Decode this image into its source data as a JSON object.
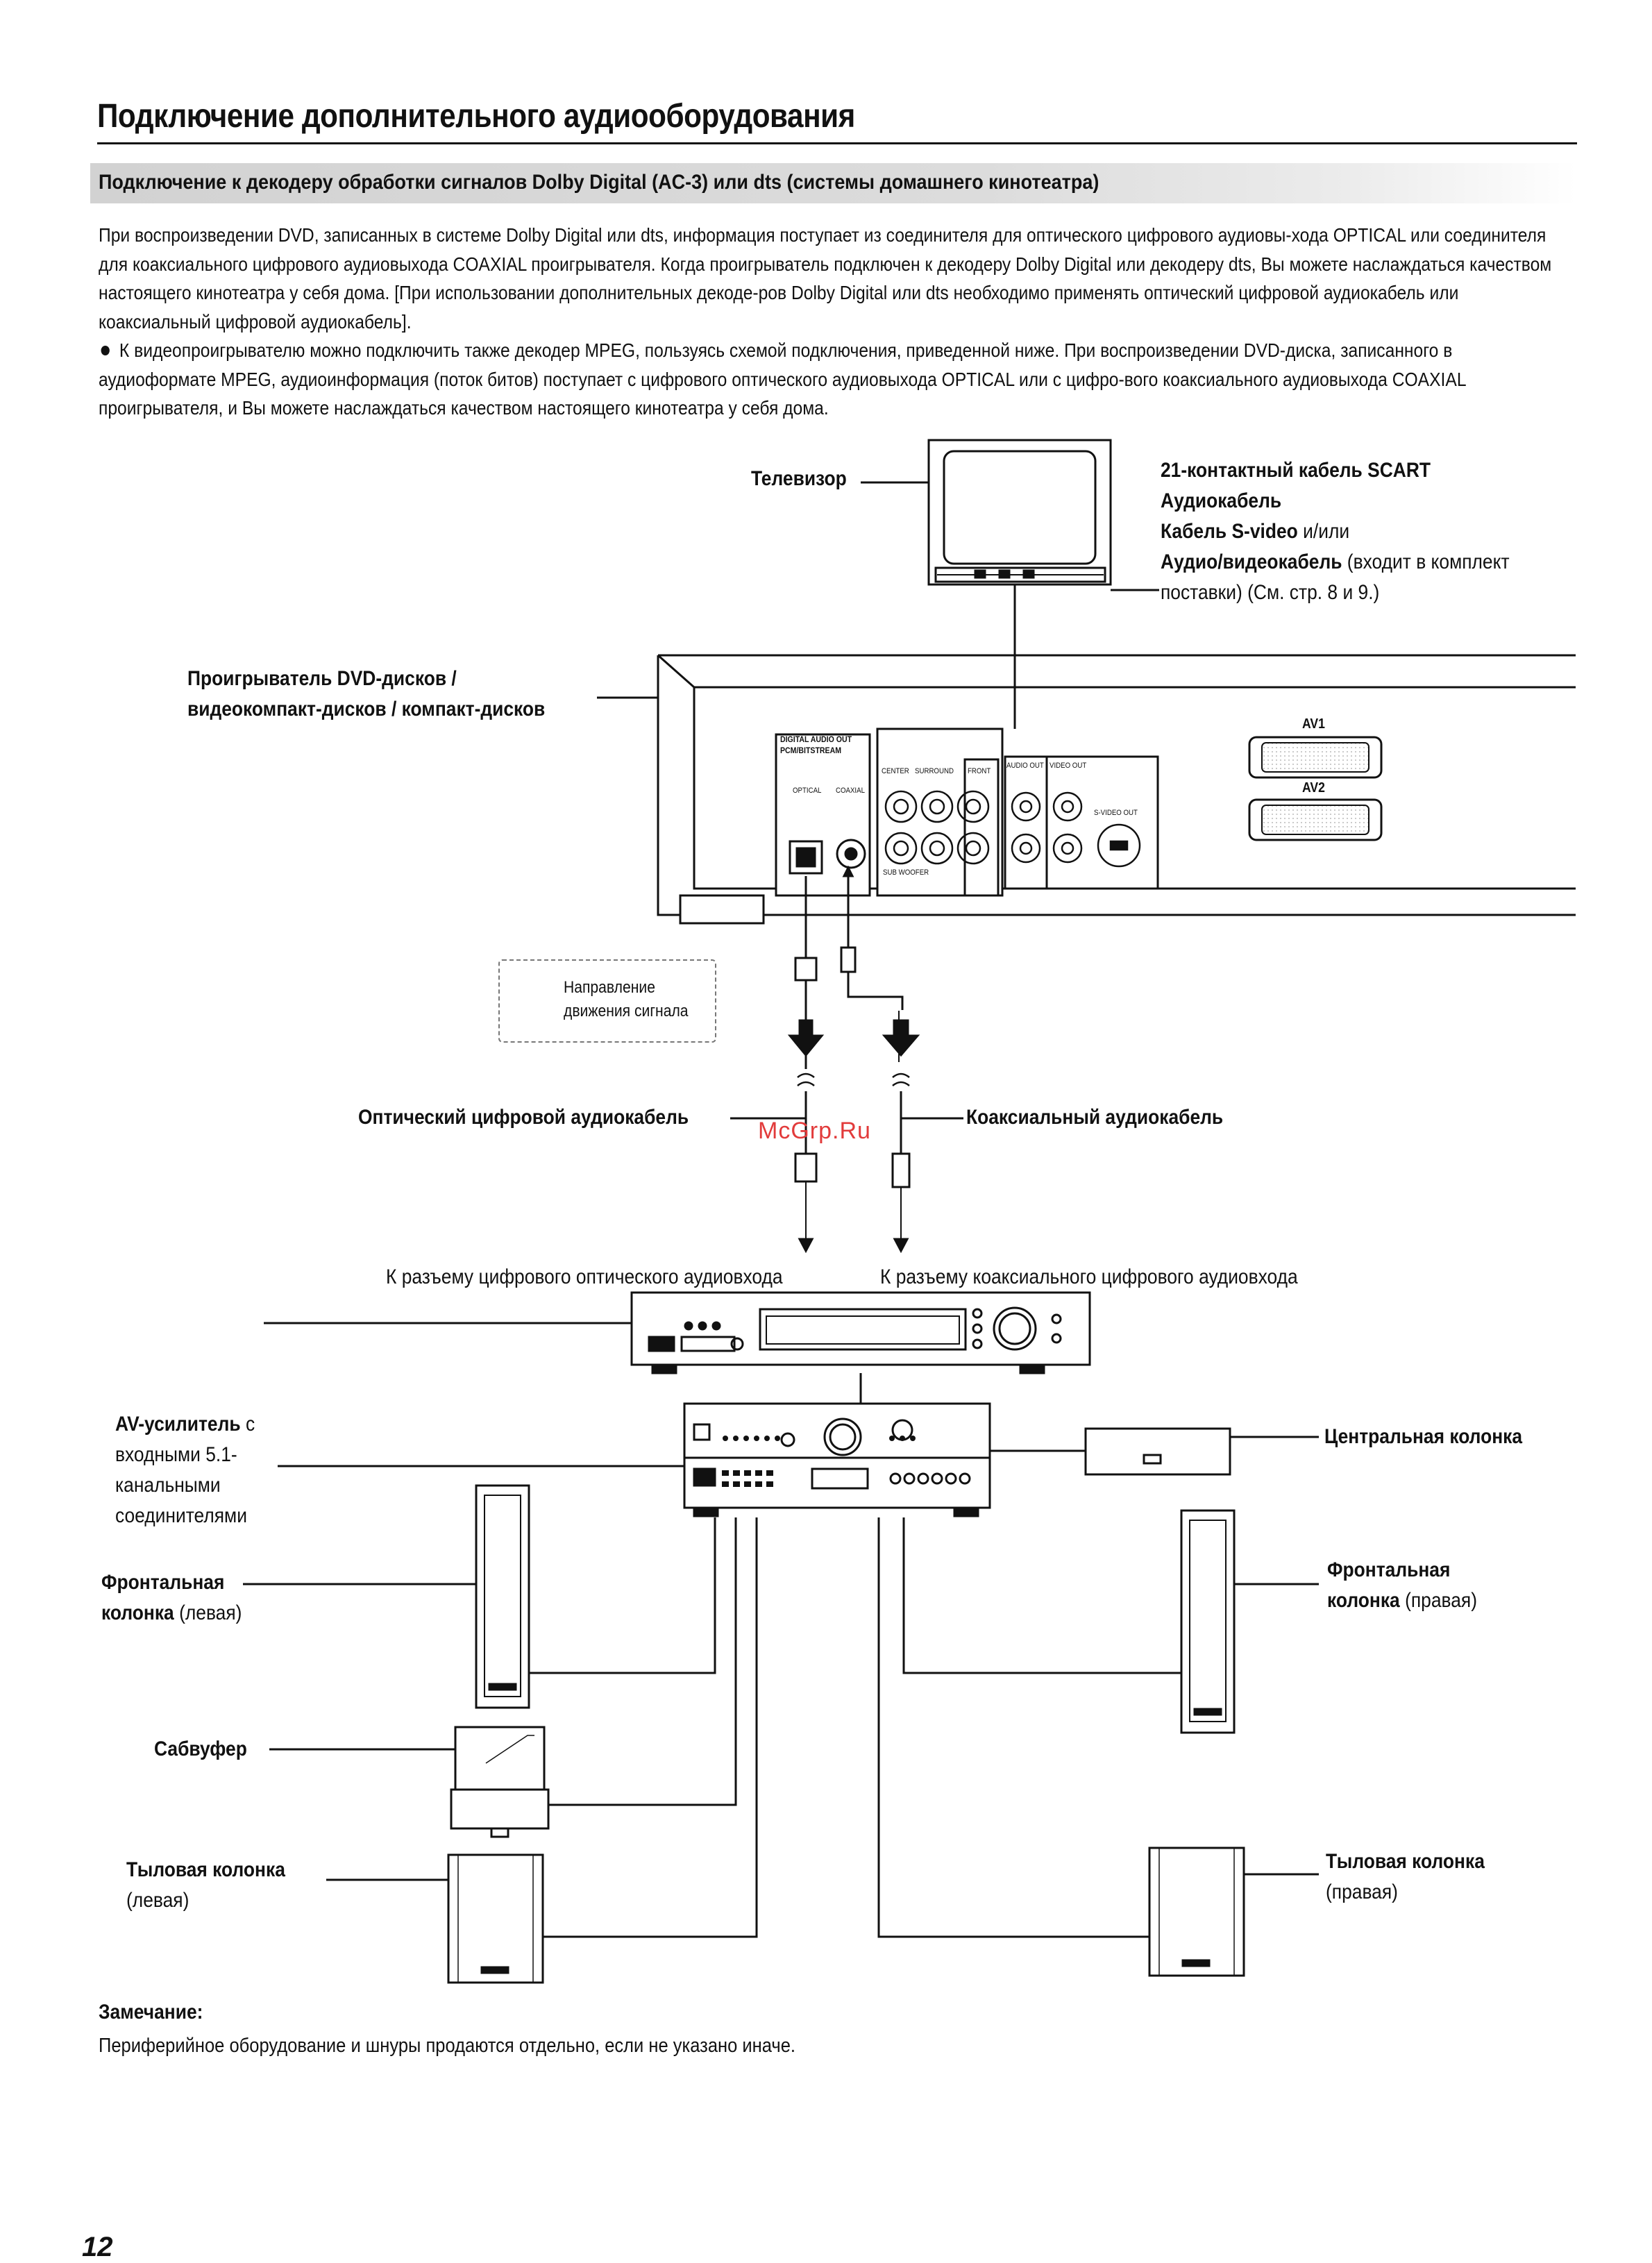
{
  "page": {
    "title": "Подключение дополнительного аудиооборудования",
    "subtitle": "Подключение к декодеру обработки сигналов Dolby Digital (AC-3) или dts (системы домашнего кинотеатра)",
    "paragraph1": "При воспроизведении DVD, записанных в системе Dolby Digital или dts, информация поступает из соединителя для оптического цифрового аудиовы-хода OPTICAL или соединителя для коаксиального цифрового аудиовыхода COAXIAL проигрывателя. Когда проигрыватель подключен к декодеру Dolby Digital или декодеру dts, Вы можете наслаждаться качеством настоящего кинотеатра у себя дома. [При использовании дополнительных декоде-ров Dolby Digital или dts необходимо применять оптический цифровой аудиокабель или коаксиальный цифровой аудиокабель].",
    "paragraph2": "К видеопроигрывателю можно подключить также декодер MPEG, пользуясь схемой подключения, приведенной ниже. При воспроизведении DVD-диска, записанного в аудиоформате MPEG, аудиоинформация (поток битов) поступает с цифрового оптического аудиовыхода OPTICAL или с цифро-вого коаксиального аудиовыхода COAXIAL проигрывателя, и Вы можете наслаждаться качеством настоящего кинотеатра у себя дома.",
    "page_number": "12",
    "watermark": "McGrp.Ru"
  },
  "diagram": {
    "tv_label": "Телевизор",
    "cables": {
      "scart": "21-контактный кабель SCART",
      "audio": "Аудиокабель",
      "svideo_bold": "Кабель S-video",
      "svideo_rest": " и/или",
      "av_bold": "Аудио/видеокабель",
      "av_rest": " (входит в комплект",
      "av_line2": "поставки) (См. стр. 8 и 9.)"
    },
    "player_label_line1": "Проигрыватель DVD-дисков /",
    "player_label_line2": "видеокомпакт-дисков / компакт-дисков",
    "panel": {
      "digital_out": "DIGITAL AUDIO OUT",
      "bitstream": "PCM/BITSTREAM",
      "optical": "OPTICAL",
      "coaxial": "COAXIAL",
      "center": "CENTER",
      "surround": "SURROUND",
      "front": "FRONT",
      "audio_out": "AUDIO OUT",
      "video_out": "VIDEO OUT",
      "svideo_out": "S-VIDEO OUT",
      "subwoofer": "SUB WOOFER",
      "av1": "AV1",
      "av2": "AV2"
    },
    "signal_direction_line1": "Направление",
    "signal_direction_line2": "движения сигнала",
    "optical_cable": "Оптический цифровой аудиокабель",
    "coaxial_cable": "Коаксиальный аудиокабель",
    "to_optical_input": "К разъему цифрового оптического аудиовхода",
    "to_coaxial_input": "К разъему коаксиального цифрового аудиовхода",
    "amplifier_bold": "AV-усилитель",
    "amplifier_rest": " с",
    "amplifier_line2": "входными 5.1-",
    "amplifier_line3": "канальными",
    "amplifier_line4": "соединителями",
    "center_speaker": "Центральная колонка",
    "front_left_line1": "Фронтальная",
    "front_left_line2_bold": "колонка",
    "front_left_line2_rest": " (левая)",
    "front_right_line1": "Фронтальная",
    "front_right_line2_bold": "колонка",
    "front_right_line2_rest": " (правая)",
    "subwoofer": "Сабвуфер",
    "rear_left_line1": "Тыловая колонка",
    "rear_left_line2": "(левая)",
    "rear_right_line1": "Тыловая колонка",
    "rear_right_line2": "(правая)"
  },
  "note": {
    "title": "Замечание:",
    "text": "Периферийное оборудование и шнуры продаются отдельно, если не указано иначе."
  }
}
